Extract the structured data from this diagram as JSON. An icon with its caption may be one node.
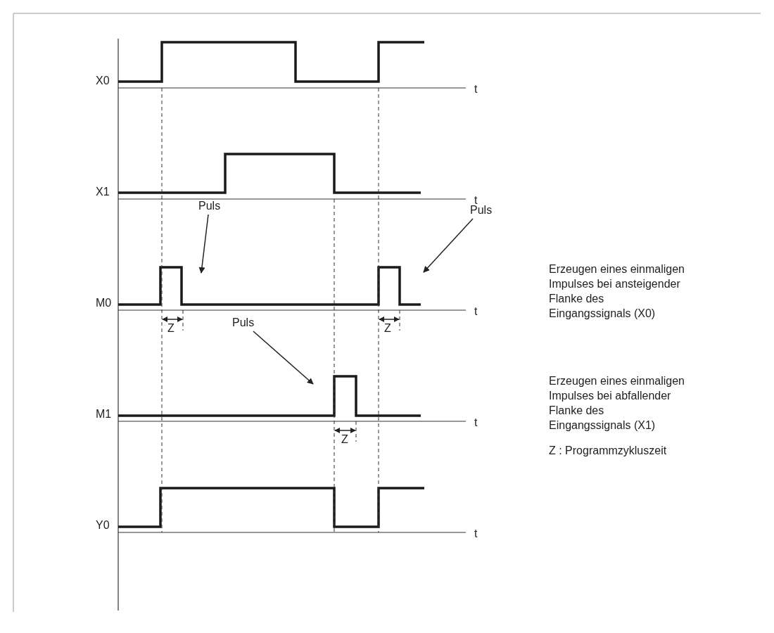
{
  "diagram": {
    "nodes": [
      {
        "text": [
          "Puls"
        ]
      },
      {
        "text": [
          "Puls"
        ]
      },
      {
        "text": [
          "Puls"
        ]
      }
    ],
    "edges": [
      {
        "from": 0,
        "to": null,
        "arrow": "to"
      },
      {
        "from": 1,
        "to": null,
        "arrow": "to"
      },
      {
        "from": 2,
        "to": null,
        "arrow": "to"
      }
    ],
    "labels": [
      "X0",
      "t",
      "X1",
      "t",
      "M0",
      "t",
      "Z",
      "Z",
      "M1",
      "t",
      "Z",
      "Y0",
      "t",
      "Erzeugen eines einmaligen Impulses bei ansteigender Flanke des Eingangssignals (X0)",
      "Erzeugen eines einmaligen Impulses bei abfallender Flanke des Eingangssignals (X1)",
      "Z : Programmzykluszeit"
    ]
  }
}
